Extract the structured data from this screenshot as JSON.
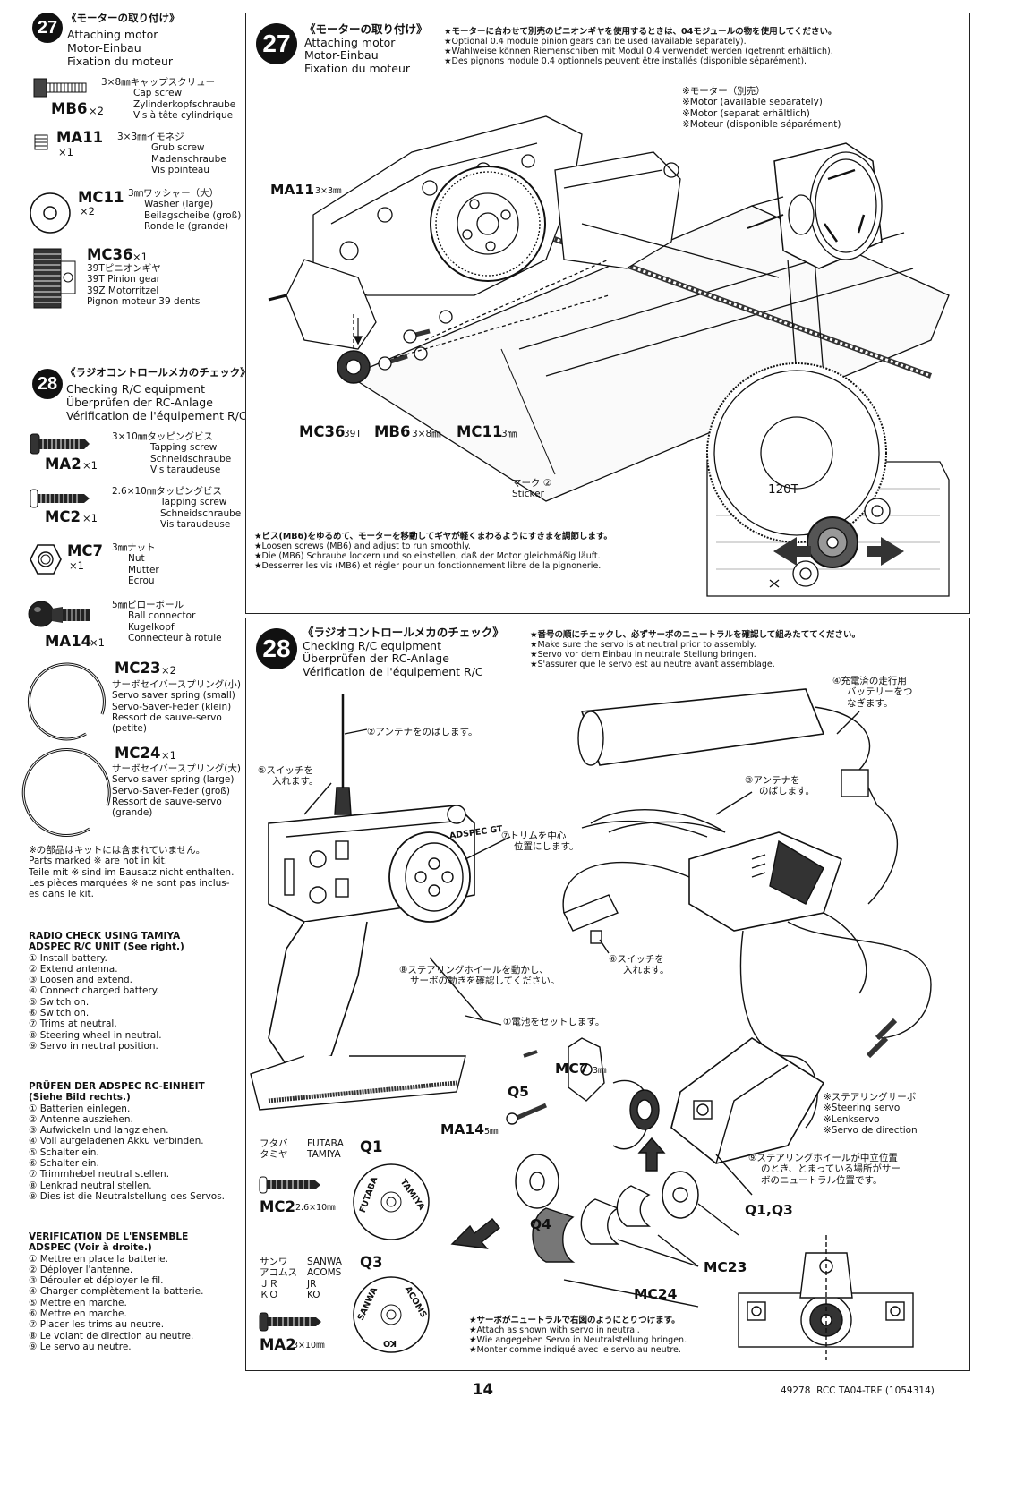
{
  "left": {
    "step27": {
      "num": "27",
      "title_ja": "《モーターの取り付け》",
      "title_en": "Attaching motor",
      "title_de": "Motor-Einbau",
      "title_fr": "Fixation du moteur",
      "parts": [
        {
          "code": "MB6",
          "qty": "×2",
          "desc": [
            "3×8㎜キャップスクリュー",
            "Cap screw",
            "Zylinderkopfschraube",
            "Vis à tête cylindrique"
          ]
        },
        {
          "code": "MA11",
          "qty": "×1",
          "desc": [
            "3×3㎜イモネジ",
            "Grub screw",
            "Madenschraube",
            "Vis pointeau"
          ]
        },
        {
          "code": "MC11",
          "qty": "×2",
          "desc": [
            "3㎜ワッシャー（大）",
            "Washer (large)",
            "Beilagscheibe (groß)",
            "Rondelle (grande)"
          ]
        },
        {
          "code": "MC36",
          "qty": "×1",
          "desc": [
            "39Tピニオンギヤ",
            "39T Pinion gear",
            "39Z Motorritzel",
            "Pignon moteur 39 dents"
          ]
        }
      ]
    },
    "step28": {
      "num": "28",
      "title_ja": "《ラジオコントロールメカのチェック》",
      "title_en": "Checking R/C equipment",
      "title_de": "Überprüfen der RC-Anlage",
      "title_fr": "Vérification de l'équipement R/C",
      "parts": [
        {
          "code": "MA2",
          "qty": "×1",
          "desc": [
            "3×10㎜タッピングビス",
            "Tapping screw",
            "Schneidschraube",
            "Vis taraudeuse"
          ]
        },
        {
          "code": "MC2",
          "qty": "×1",
          "desc": [
            "2.6×10㎜タッピングビス",
            "Tapping screw",
            "Schneidschraube",
            "Vis taraudeuse"
          ]
        },
        {
          "code": "MC7",
          "qty": "×1",
          "desc": [
            "3㎜ナット",
            "Nut",
            "Mutter",
            "Ecrou"
          ]
        },
        {
          "code": "MA14",
          "qty": "×1",
          "desc": [
            "5㎜ピローボール",
            "Ball connector",
            "Kugelkopf",
            "Connecteur à rotule"
          ]
        },
        {
          "code": "MC23",
          "qty": "×2",
          "desc": [
            "サーボセイバースプリング(小)",
            "Servo saver spring (small)",
            "Servo-Saver-Feder (klein)",
            "Ressort de sauve-servo",
            "(petite)"
          ]
        },
        {
          "code": "MC24",
          "qty": "×1",
          "desc": [
            "サーボセイバースプリング(大)",
            "Servo saver spring (large)",
            "Servo-Saver-Feder (groß)",
            "Ressort de sauve-servo",
            "(grande)"
          ]
        }
      ]
    },
    "note": [
      "※の部品はキットには含まれていません。",
      "Parts marked ※ are not in kit.",
      "Teile mit ※ sind im Bausatz nicht enthalten.",
      "Les pièces marquées ※ ne sont pas inclus-",
      "es dans le kit."
    ],
    "radio_check_en": {
      "title": [
        "RADIO CHECK USING TAMIYA",
        "ADSPEC R/C UNIT (See right.)"
      ],
      "items": [
        "① Install battery.",
        "② Extend antenna.",
        "③ Loosen and extend.",
        "④ Connect charged battery.",
        "⑤ Switch on.",
        "⑥ Switch on.",
        "⑦ Trims at neutral.",
        "⑧ Steering wheel in neutral.",
        "⑨ Servo in neutral position."
      ]
    },
    "radio_check_de": {
      "title": [
        "PRÜFEN DER ADSPEC RC-EINHEIT",
        "(Siehe Bild rechts.)"
      ],
      "items": [
        "① Batterien einlegen.",
        "② Antenne ausziehen.",
        "③ Aufwickeln und langziehen.",
        "④ Voll aufgeladenen Akku verbinden.",
        "⑤ Schalter ein.",
        "⑥ Schalter ein.",
        "⑦ Trimmhebel neutral stellen.",
        "⑧ Lenkrad neutral stellen.",
        "⑨ Dies ist die Neutralstellung des Servos."
      ]
    },
    "radio_check_fr": {
      "title": [
        "VERIFICATION DE L'ENSEMBLE",
        "ADSPEC (Voir à droite.)"
      ],
      "items": [
        "① Mettre en place la batterie.",
        "② Déployer l'antenne.",
        "③ Dérouler et déployer le fil.",
        "④ Charger complètement la batterie.",
        "⑤ Mettre en marche.",
        "⑥ Mettre en marche.",
        "⑦ Placer les trims au neutre.",
        "⑧ Le volant de direction au neutre.",
        "⑨ Le servo au neutre."
      ]
    }
  },
  "panel27": {
    "num": "27",
    "title": [
      "《モーターの取り付け》",
      "Attaching motor",
      "Motor-Einbau",
      "Fixation du moteur"
    ],
    "notes": [
      "★モーターに合わせて別売のピニオンギヤを使用するときは、04モジュールの物を使用してください。",
      "★Optional 0.4 module pinion gears can be used (available separately).",
      "★Wahlweise können Riemenschiben mit Modul 0,4 verwendet werden (getrennt erhältlich).",
      "★Des pignons module 0,4 optionnels peuvent être installés (disponible séparément)."
    ],
    "motor_label": [
      "※モーター（別売）",
      "※Motor (available separately)",
      "※Motor (separat erhältlich)",
      "※Moteur (disponible séparément)"
    ],
    "ma11": "MA11",
    "ma11_size": "3×3㎜",
    "mc36": "MC36",
    "mc36_size": "39T",
    "mb6": "MB6",
    "mb6_size": "3×8㎜",
    "mc11": "MC11",
    "mc11_size": "3㎜",
    "sticker": [
      "マーク ②",
      "Sticker"
    ],
    "gear_label": "120T",
    "adjust": [
      "★ビス(MB6)をゆるめて、モーターを移動してギヤが軽くまわるようにすきまを調節します。",
      "★Loosen screws (MB6) and adjust to run smoothly.",
      "★Die (MB6) Schraube lockern und so einstellen, daß der Motor gleichmäßig läuft.",
      "★Desserrer les vis (MB6) et régler pour un fonctionnement libre de la pignonerie."
    ]
  },
  "panel28": {
    "num": "28",
    "title": [
      "《ラジオコントロールメカのチェック》",
      "Checking R/C equipment",
      "Überprüfen der RC-Anlage",
      "Vérification de l'équipement R/C"
    ],
    "notes": [
      "★番号の順にチェックし、必ずサーボのニュートラルを確認して組みたててください。",
      "★Make sure the servo is at neutral prior to assembly.",
      "★Servo vor dem Einbau in neutrale Stellung bringen.",
      "★S'assurer que le servo est au neutre avant assemblage."
    ],
    "c2": "②アンテナをのばします。",
    "c5": [
      "⑤スイッチを",
      "入れます。"
    ],
    "c7": [
      "⑦トリムを中心",
      "位置にします。"
    ],
    "c4": [
      "④充電済の走行用",
      "バッテリーをつ",
      "なぎます。"
    ],
    "c3": [
      "③アンテナを",
      "のばします。"
    ],
    "c6": [
      "⑥スイッチを",
      "入れます。"
    ],
    "c8": [
      "⑧ステアリングホイールを動かし、",
      "サーボの動きを確認してください。"
    ],
    "c1": "①電池をセットします。",
    "c9": [
      "⑨ステアリングホイールが中立位置",
      "のとき、とまっている場所がサー",
      "ボのニュートラル位置です。"
    ],
    "servo": [
      "※ステアリングサーボ",
      "※Steering servo",
      "※Lenkservo",
      "※Servo de direction"
    ],
    "brand1": [
      "フタバ",
      "タミヤ"
    ],
    "brand1_en": [
      "FUTABA",
      "TAMIYA"
    ],
    "q1": "Q1",
    "mc2": "MC2",
    "mc2_size": "2.6×10㎜",
    "brand2": [
      "サンワ",
      "アコムス",
      "ＪＲ",
      "ＫＯ"
    ],
    "brand2_en": [
      "SANWA",
      "ACOMS",
      "JR",
      "KO"
    ],
    "q3": "Q3",
    "ma2": "MA2",
    "ma2_size": "3×10㎜",
    "mc7": "MC7",
    "mc7_size": "3㎜",
    "q5": "Q5",
    "ma14": "MA14",
    "ma14_size": "5㎜",
    "q4": "Q4",
    "q1q3": "Q1,Q3",
    "mc23": "MC23",
    "mc24": "MC24",
    "disk1": [
      "FUTABA",
      "TAMIYA"
    ],
    "disk2": [
      "SANWA",
      "ACOMS",
      "KO"
    ],
    "tx_brand": "ADSPEC GT",
    "attach": [
      "★サーボがニュートラルで右図のようにとりつけます。",
      "★Attach as shown with servo in neutral.",
      "★Wie angegeben Servo in Neutralstellung bringen.",
      "★Monter comme indiqué avec le servo au neutre."
    ]
  },
  "footer": {
    "page": "14",
    "code": "49278  RCC TA04-TRF (1054314)"
  }
}
